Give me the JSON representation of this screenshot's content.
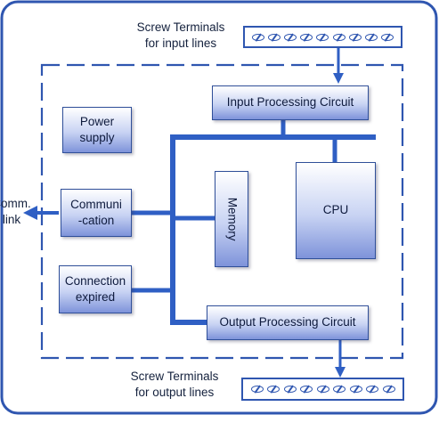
{
  "labels": {
    "screw_input": "Screw Terminals\nfor input lines",
    "screw_output": "Screw Terminals\nfor output lines",
    "comm_link": "Comm.\nlink"
  },
  "blocks": {
    "input_processing": "Input Processing Circuit",
    "output_processing": "Output Processing Circuit",
    "power_supply": "Power\nsupply",
    "communication": "Communi\n-cation",
    "connection": "Connection\nexpired",
    "memory": "Memory",
    "cpu": "CPU"
  },
  "terminals": {
    "screw_count": 9
  },
  "colors": {
    "bus": "#2f5fc4",
    "frame": "#2f56b0",
    "dashed": "#2f56b0"
  }
}
